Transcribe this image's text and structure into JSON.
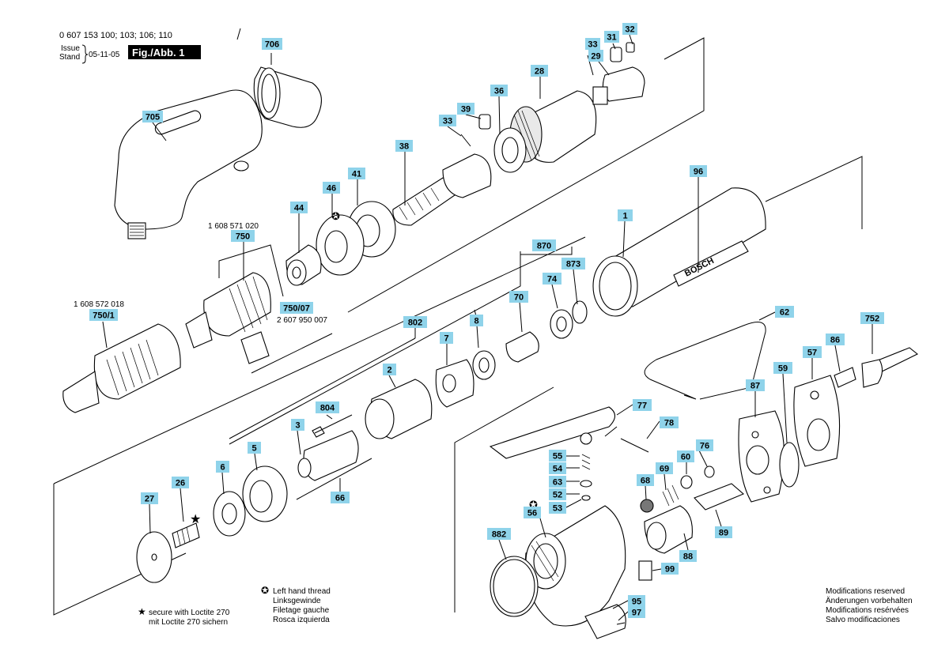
{
  "header": {
    "part_numbers": "0 607 153 100; 103; 106; 110",
    "issue_label": "Issue",
    "stand_label": "Stand",
    "issue_date": "05-11-05",
    "figure_label": "Fig./Abb. 1"
  },
  "labels": [
    "706",
    "705",
    "32",
    "33",
    "31",
    "29",
    "28",
    "36",
    "39",
    "33",
    "38",
    "41",
    "46",
    "44",
    "96",
    "1",
    "1 608 571 020",
    "750",
    "870",
    "873",
    "74",
    "70",
    "750/07",
    "2 607 950 007",
    "1 608 572 018",
    "750/1",
    "802",
    "8",
    "7",
    "2",
    "804",
    "3",
    "5",
    "6",
    "66",
    "62",
    "752",
    "86",
    "57",
    "87",
    "59",
    "77",
    "78",
    "55",
    "54",
    "63",
    "52",
    "53",
    "56",
    "76",
    "60",
    "69",
    "68",
    "89",
    "88",
    "99",
    "882",
    "95",
    "97",
    "26",
    "27"
  ],
  "brand": "BOSCH",
  "legend": {
    "loctite_en": "secure with Loctite 270",
    "loctite_de": "mit Loctite 270 sichern",
    "lh_en": "Left hand thread",
    "lh_de": "Linksgewinde",
    "lh_fr": "Filetage gauche",
    "lh_es": "Rosca izquierda"
  },
  "modifications": [
    "Modifications reserved",
    "Änderungen vorbehalten",
    "Modifications resérvées",
    "Salvo modificaciones"
  ]
}
